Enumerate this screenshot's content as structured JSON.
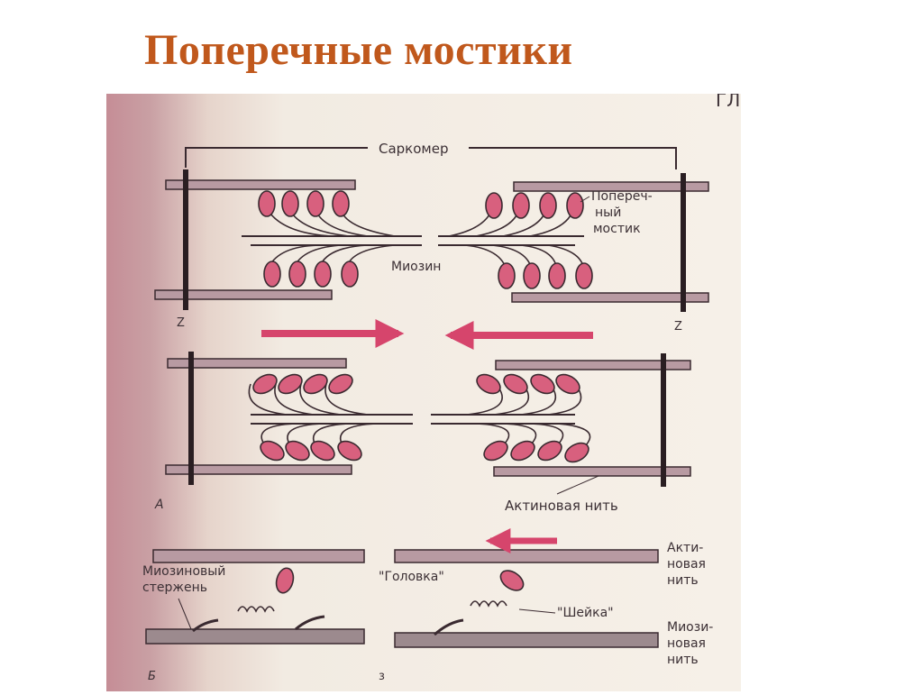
{
  "title": "Поперечные мостики",
  "figure": {
    "corner_fragment": "ГЛ",
    "sarcomere": "Саркомер",
    "crossbridge_line1": "Попереч-",
    "crossbridge_line2": "ный",
    "crossbridge_line3": "мостик",
    "myosin": "Миозин",
    "z_left": "Z",
    "z_right": "Z",
    "panel_a": "А",
    "actin_filament": "Актиновая нить",
    "myosin_rod_line1": "Миозиновый",
    "myosin_rod_line2": "стержень",
    "head": "\"Головка\"",
    "neck": "\"Шейка\"",
    "actin_right_line1": "Акти-",
    "actin_right_line2": "новая",
    "actin_right_line3": "нить",
    "myosin_right_line1": "Миози-",
    "myosin_right_line2": "новая",
    "myosin_right_line3": "нить",
    "panel_b": "Б",
    "panel_c": "з"
  },
  "colors": {
    "title": "#c0581c",
    "head_fill": "#d8607e",
    "arrow": "#d6456c",
    "actin_fill": "#b89aa2",
    "line": "#3a2a30"
  }
}
